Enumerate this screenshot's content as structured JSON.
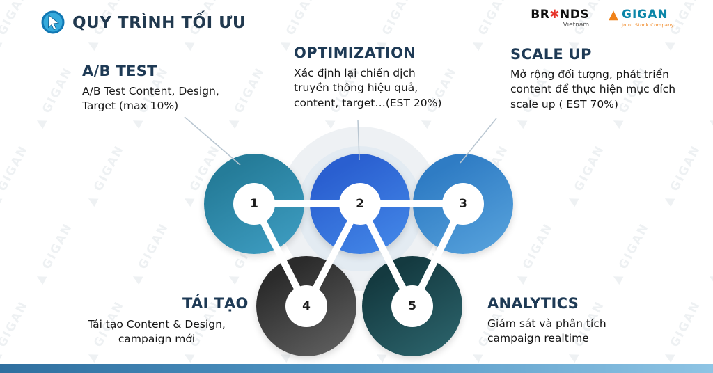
{
  "header": {
    "title": "QUY TRÌNH TỐI ƯU",
    "brands": {
      "pre": "BR",
      "mark": "✱",
      "post": "NDS",
      "sub": "Vietnam"
    },
    "gigan": {
      "name": "GIGAN",
      "sub": "Joint Stock Company",
      "triangle_color": "#f08219",
      "name_color": "#0c86a8"
    }
  },
  "steps": [
    {
      "number": "1",
      "title": "A/B TEST",
      "desc": "A/B Test Content, Design,\nTarget (max 10%)",
      "color": "#257c99",
      "color2": "#3e9dc2"
    },
    {
      "number": "2",
      "title": "OPTIMIZATION",
      "desc": "Xác định lại chiến dịch\ntruyền thông hiệu quả,\ncontent, target…(EST 20%)",
      "color": "#2a5fd0",
      "color2": "#4488e8"
    },
    {
      "number": "3",
      "title": "SCALE UP",
      "desc": "Mở rộng đối tượng, phát triển\ncontent để thực hiện mục đích\nscale up ( EST 70%)",
      "color": "#2f7cc4",
      "color2": "#57a2dc"
    },
    {
      "number": "4",
      "title": "TÁI TẠO",
      "desc": "Tái tạo Content & Design,\ncampaign mới",
      "color": "#2b2b2b",
      "color2": "#616161"
    },
    {
      "number": "5",
      "title": "ANALYTICS",
      "desc": "Giám sát và phân tích\ncampaign realtime",
      "color": "#143a40",
      "color2": "#2c646c"
    }
  ],
  "watermark": {
    "text": "GIGAN",
    "icon": "▲"
  },
  "accent_colors": {
    "title_navy": "#1e3a55",
    "bottom_bar_left": "#2f6f9f",
    "bottom_bar_right": "#8ec4e4"
  }
}
